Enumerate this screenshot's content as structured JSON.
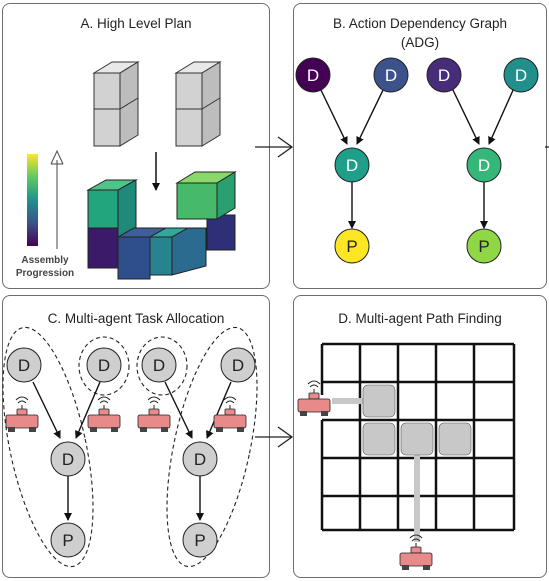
{
  "panels": {
    "a": {
      "title": "A. High Level Plan",
      "legend_line1": "Assembly",
      "legend_line2": "Progression"
    },
    "b": {
      "title_line1": "B. Action Dependency Graph",
      "title_line2": "(ADG)"
    },
    "c": {
      "title": "C. Multi-agent Task Allocation"
    },
    "d": {
      "title": "D. Multi-agent Path Finding"
    }
  },
  "labels": {
    "deliver": "D",
    "place": "P"
  },
  "colors": {
    "deliver_1": "#440154",
    "deliver_2": "#3b528b",
    "deliver_3": "#472c7a",
    "deliver_4": "#21908c",
    "mid_1": "#1f9e89",
    "mid_2": "#35b779",
    "place_1": "#fde725",
    "place_2": "#8fd744",
    "node_gray": "#cfcfcf",
    "robot": "#e88a8a"
  }
}
